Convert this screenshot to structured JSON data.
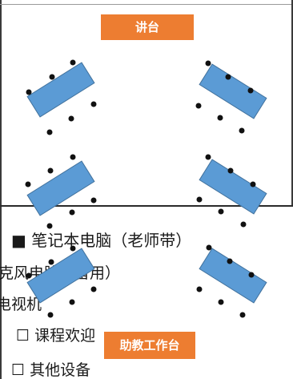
{
  "labels": {
    "podium": "讲台",
    "assistant_desk": "助教工作台"
  },
  "checklist": {
    "laptop": "■ 笔记本电脑（老师带）",
    "microphone": "克风电脑（备用）",
    "tv": "电视机",
    "courseware": "☐ 课程欢迎",
    "other": "☐ 其他设备"
  },
  "colors": {
    "tag_background": "#ed7d31",
    "table_fill": "#5b9bd5"
  }
}
